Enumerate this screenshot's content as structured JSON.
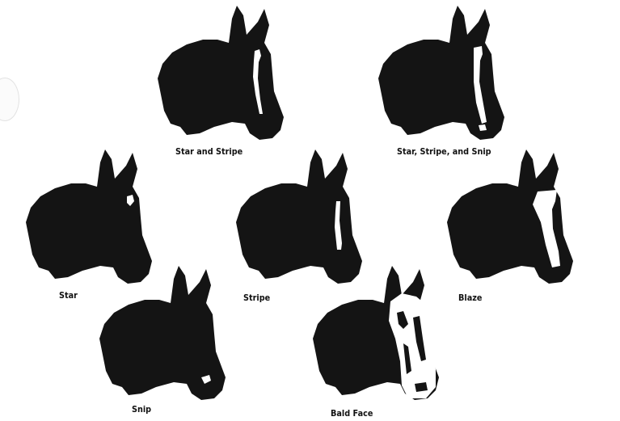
{
  "markings": [
    {
      "id": "star-and-stripe",
      "label": "Star and Stripe"
    },
    {
      "id": "star-stripe-and-snip",
      "label": "Star, Stripe, and Snip"
    },
    {
      "id": "star",
      "label": "Star"
    },
    {
      "id": "stripe",
      "label": "Stripe"
    },
    {
      "id": "blaze",
      "label": "Blaze"
    },
    {
      "id": "snip",
      "label": "Snip"
    },
    {
      "id": "bald-face",
      "label": "Bald Face"
    }
  ],
  "colors": {
    "silhouette": "#141414",
    "marking": "#ffffff",
    "paper": "#ffffff",
    "caption": "#111111"
  }
}
